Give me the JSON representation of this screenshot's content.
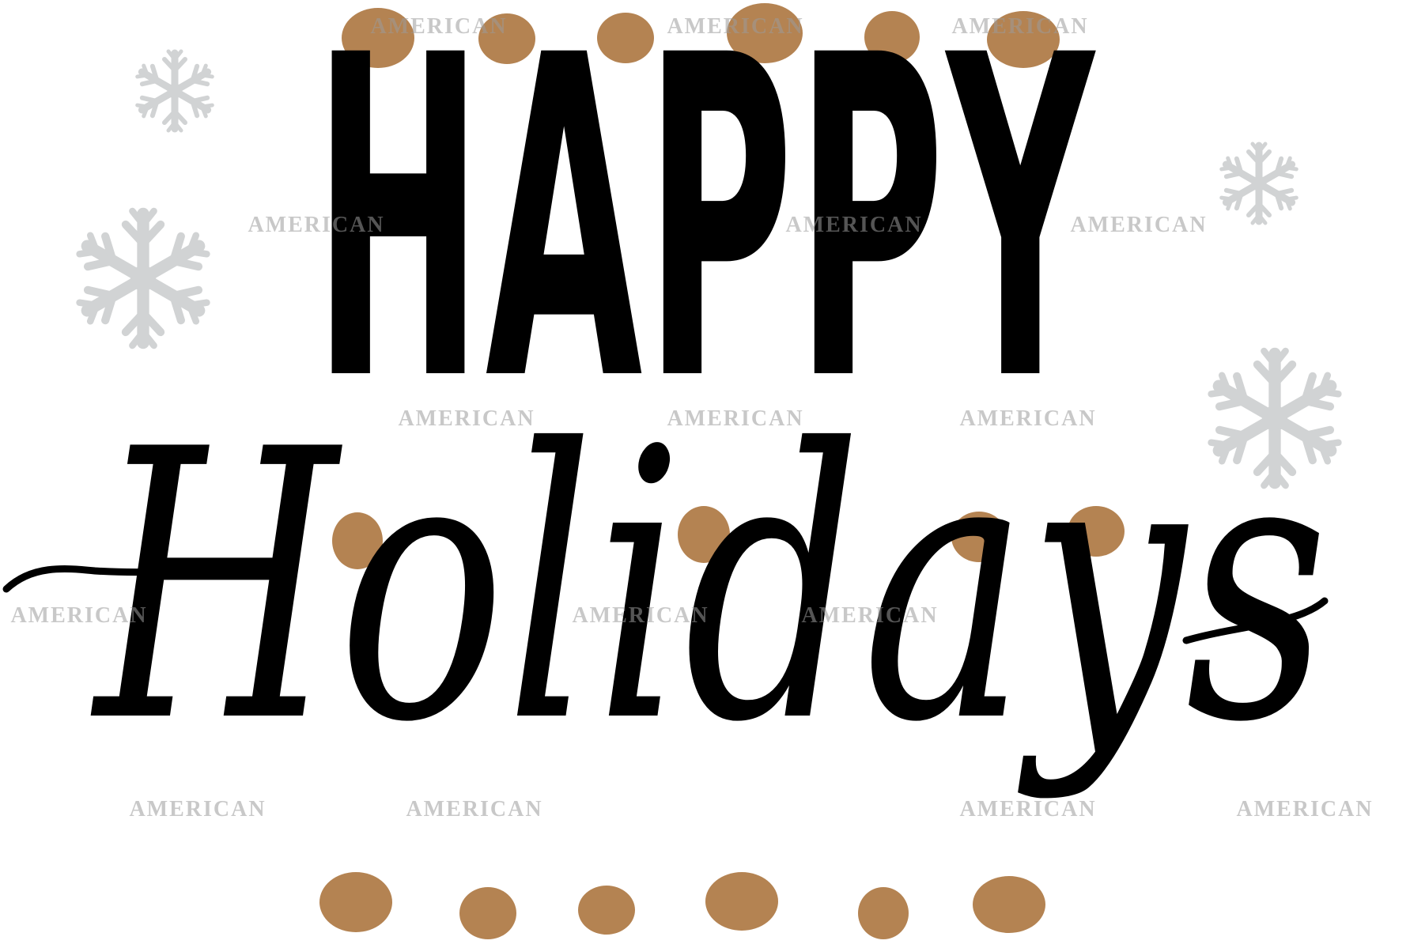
{
  "design": {
    "line1": "HAPPY",
    "line2": "Holidays",
    "watermark": "AMERICAN"
  },
  "colors": {
    "background": "#ffffff",
    "text": "#000000",
    "dots": "#b48352",
    "snowflakes": "#d1d3d4",
    "watermark": "#9a9a9a"
  },
  "icons": [
    "snowflake-icon",
    "dot-decoration"
  ]
}
